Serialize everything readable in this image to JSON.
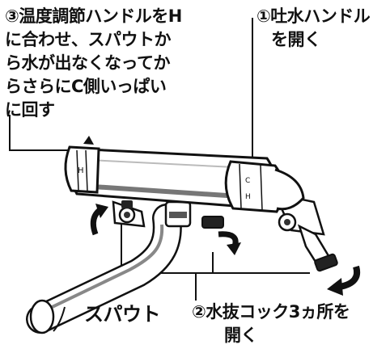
{
  "step3": {
    "number": "③",
    "lines": [
      "温度調節ハンドルをH",
      "に合わせ、スパウトか",
      "ら水が出なくなってか",
      "らさらにC側いっぱい",
      "に回す"
    ]
  },
  "step1": {
    "number": "①",
    "lines": [
      "吐水ハンドル",
      "を開く"
    ]
  },
  "step2": {
    "number": "②",
    "lines": [
      "水抜コック3ヵ所を",
      "開く"
    ]
  },
  "spout_label": "スパウト"
}
